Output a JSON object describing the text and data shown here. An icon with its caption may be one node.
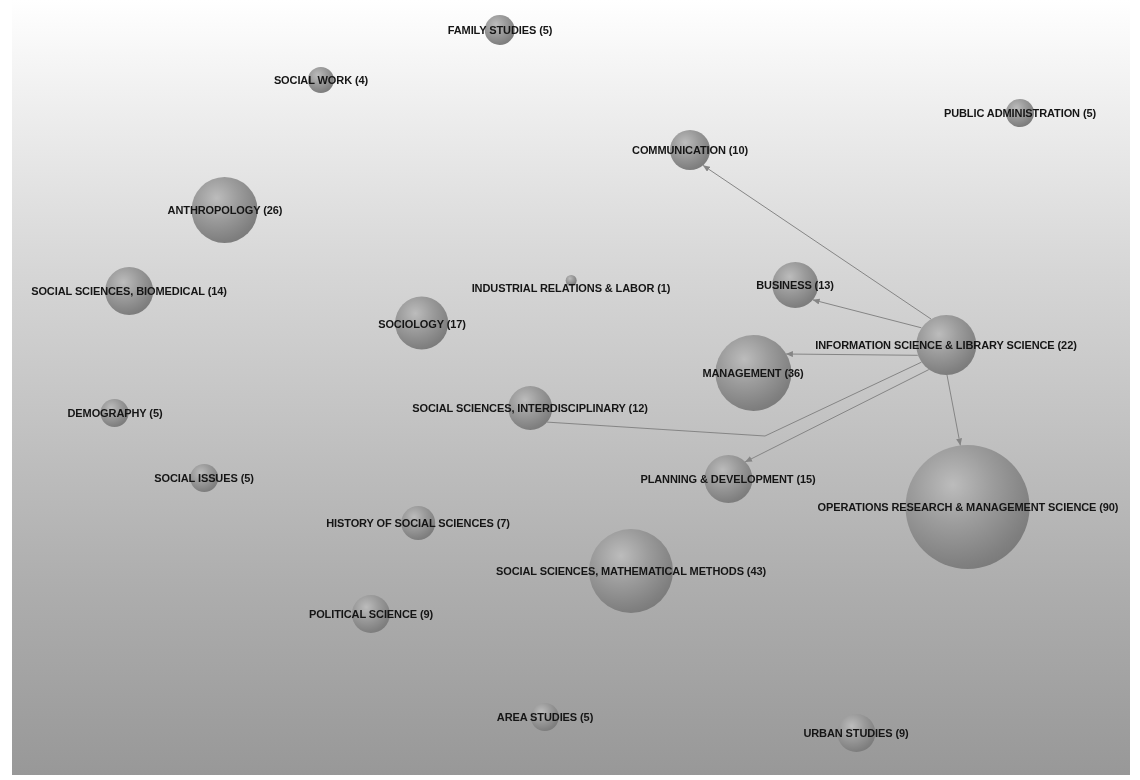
{
  "diagram": {
    "nodes": [
      {
        "text": [
          "FAMILY STUDIES (5)"
        ]
      },
      {
        "text": [
          "SOCIAL WORK (4)"
        ]
      },
      {
        "text": [
          "PUBLIC ADMINISTRATION (5)"
        ]
      },
      {
        "text": [
          "COMMUNICATION (10)"
        ]
      },
      {
        "text": [
          "ANTHROPOLOGY (26)"
        ]
      },
      {
        "text": [
          "INDUSTRIAL RELATIONS & LABOR (1)"
        ]
      },
      {
        "text": [
          "BUSINESS (13)"
        ]
      },
      {
        "text": [
          "SOCIAL SCIENCES, BIOMEDICAL (14)"
        ]
      },
      {
        "text": [
          "SOCIOLOGY (17)"
        ]
      },
      {
        "text": [
          "INFORMATION SCIENCE & LIBRARY SCIENCE (22)"
        ]
      },
      {
        "text": [
          "MANAGEMENT (36)"
        ]
      },
      {
        "text": [
          "SOCIAL SCIENCES, INTERDISCIPLINARY (12)"
        ]
      },
      {
        "text": [
          "DEMOGRAPHY (5)"
        ]
      },
      {
        "text": [
          "SOCIAL ISSUES (5)"
        ]
      },
      {
        "text": [
          "PLANNING & DEVELOPMENT (15)"
        ]
      },
      {
        "text": [
          "OPERATIONS RESEARCH & MANAGEMENT SCIENCE (90)"
        ]
      },
      {
        "text": [
          "HISTORY OF SOCIAL SCIENCES (7)"
        ]
      },
      {
        "text": [
          "SOCIAL SCIENCES, MATHEMATICAL METHODS (43)"
        ]
      },
      {
        "text": [
          "POLITICAL SCIENCE (9)"
        ]
      },
      {
        "text": [
          "AREA STUDIES (5)"
        ]
      },
      {
        "text": [
          "URBAN STUDIES (9)"
        ]
      }
    ],
    "edges": [
      {
        "from": 9,
        "to": 3,
        "arrow": "to"
      },
      {
        "from": 9,
        "to": 6,
        "arrow": "to"
      },
      {
        "from": 9,
        "to": 10,
        "arrow": "to"
      },
      {
        "from": 9,
        "to": 11,
        "arrow": "none"
      },
      {
        "from": 9,
        "to": 14,
        "arrow": "to"
      },
      {
        "from": 9,
        "to": 15,
        "arrow": "to"
      }
    ]
  }
}
